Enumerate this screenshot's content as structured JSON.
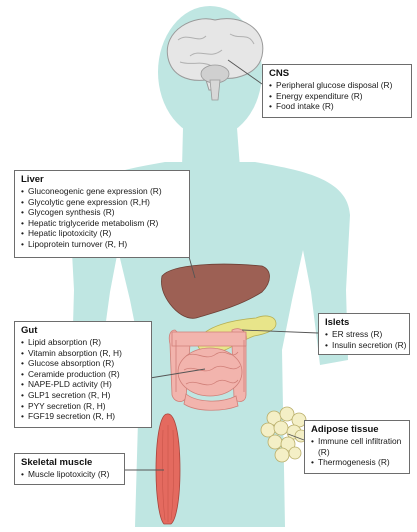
{
  "boxes": {
    "cns": {
      "title": "CNS",
      "items": [
        "Peripheral glucose disposal (R)",
        "Energy expenditure (R)",
        "Food intake (R)"
      ]
    },
    "liver": {
      "title": "Liver",
      "items": [
        "Gluconeogenic gene expression (R)",
        "Glycolytic gene expression (R,H)",
        "Glycogen synthesis (R)",
        "Hepatic triglyceride metabolism (R)",
        "Hepatic lipotoxicity (R)",
        "Lipoprotein turnover (R, H)"
      ]
    },
    "islets": {
      "title": "Islets",
      "items": [
        "ER stress (R)",
        "Insulin secretion (R)"
      ]
    },
    "gut": {
      "title": "Gut",
      "items": [
        "Lipid absorption (R)",
        "Vitamin absorption (R, H)",
        "Glucose absorption (R)",
        "Ceramide production (R)",
        "NAPE-PLD activity (H)",
        "GLP1 secretion (R, H)",
        "PYY secretion (R, H)",
        "FGF19 secretion (R, H)"
      ]
    },
    "adipose": {
      "title": "Adipose tissue",
      "items": [
        "Immune cell infiltration (R)",
        "Thermogenesis (R)"
      ]
    },
    "muscle": {
      "title": "Skeletal muscle",
      "items": [
        "Muscle lipotoxicity (R)"
      ]
    }
  },
  "colors": {
    "body_silhouette": "#bfe6e2",
    "liver": "#9d6054",
    "intestine": "#f2b4ad",
    "pancreas": "#e8e58a",
    "muscle": "#e46a5f",
    "adipose": "#f4efc6",
    "brain": "#e6e6e6"
  }
}
